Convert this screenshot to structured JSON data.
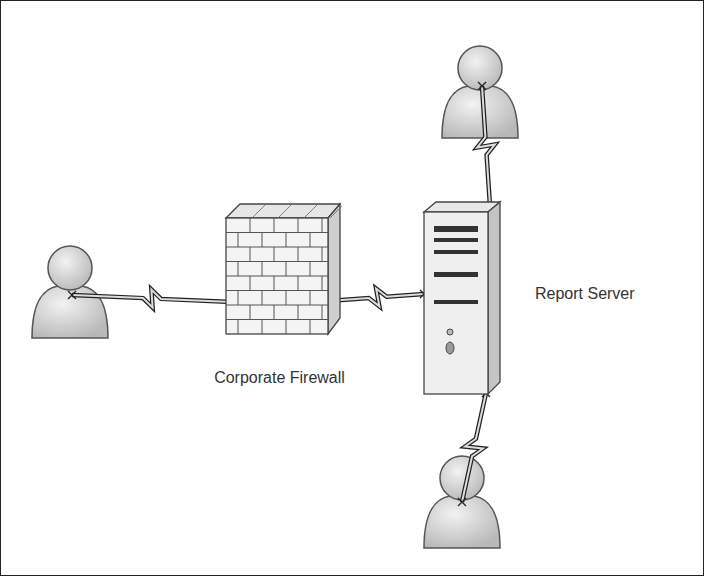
{
  "diagram": {
    "nodes": [
      {
        "text": [
          "Corporate Firewall"
        ]
      },
      {
        "text": [
          "Report Server"
        ]
      }
    ],
    "edges": [
      {
        "from": 0,
        "to": 1,
        "arrow": "none"
      }
    ]
  }
}
